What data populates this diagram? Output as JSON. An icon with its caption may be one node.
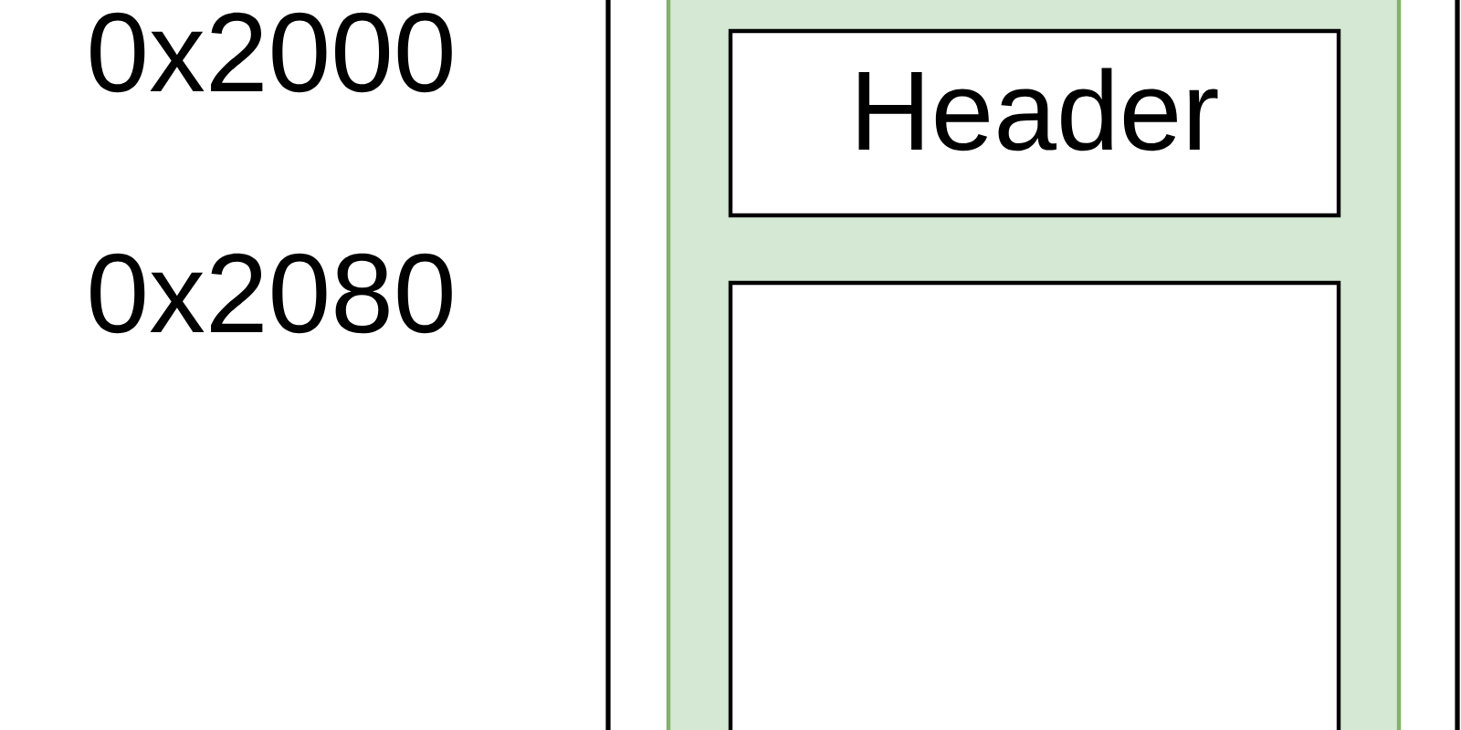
{
  "diagram": {
    "nodes": [
      {
        "text": [],
        "shape": "box"
      },
      {
        "text": [],
        "shape": "box",
        "in": 0
      },
      {
        "text": [
          "Header"
        ],
        "in": 1
      },
      {
        "text": [],
        "shape": "box",
        "in": 1
      }
    ],
    "labels": [
      "0x2000",
      "0x2080"
    ]
  }
}
